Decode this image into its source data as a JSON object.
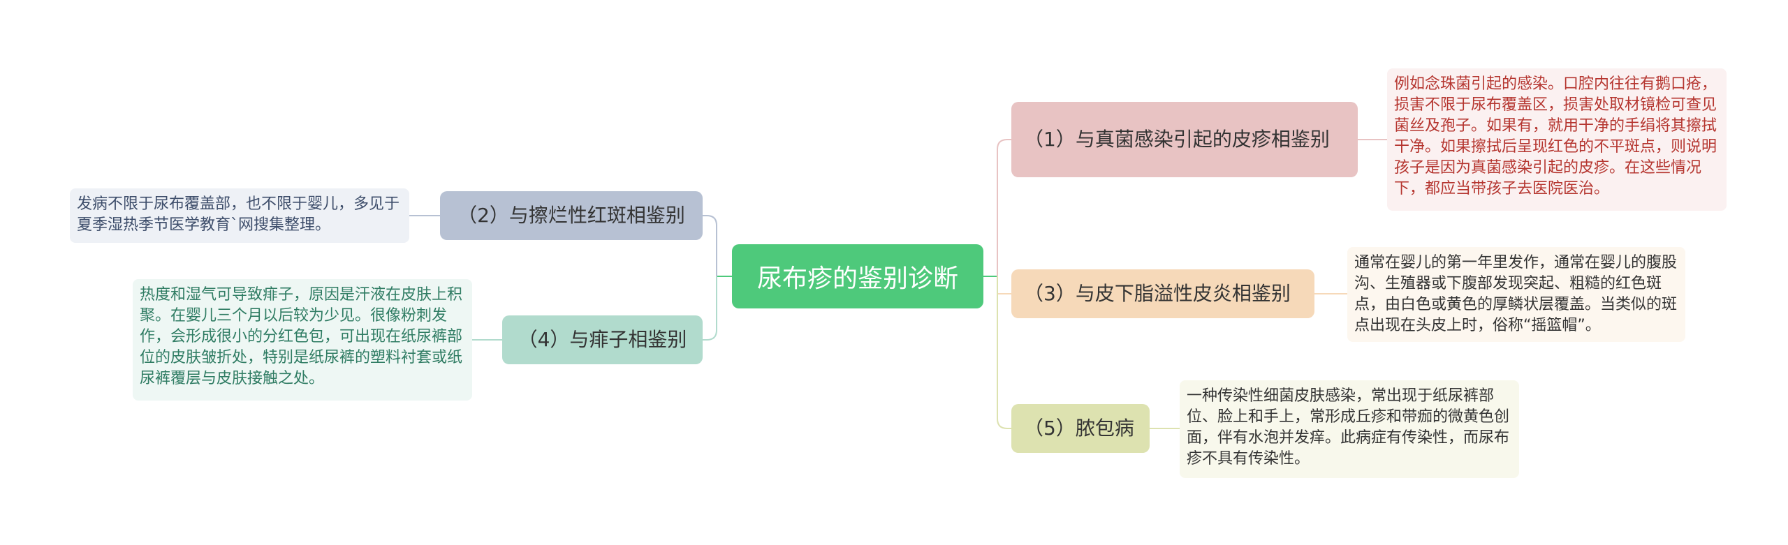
{
  "root": {
    "label": "尿布疹的鉴别诊断"
  },
  "branches": {
    "fungal": {
      "label": "（1）与真菌感染引起的皮疹相鉴别",
      "detail": "例如念珠菌引起的感染。口腔内往往有鹅口疮，损害不限于尿布覆盖区，损害处取材镜检可查见菌丝及孢子。如果有，就用干净的手绢将其擦拭干净。如果擦拭后呈现红色的不平斑点，则说明孩子是因为真菌感染引起的皮疹。在这些情况下，都应当带孩子去医院医治。"
    },
    "erythema": {
      "label": "（2）与擦烂性红斑相鉴别",
      "detail": "发病不限于尿布覆盖部，也不限于婴儿，多见于夏季湿热季节医学教育`网搜集整理。"
    },
    "seborrheic": {
      "label": "（3）与皮下脂溢性皮炎相鉴别",
      "detail": "通常在婴儿的第一年里发作，通常在婴儿的腹股沟、生殖器或下腹部发现突起、粗糙的红色斑点，由白色或黄色的厚鳞状层覆盖。当类似的斑点出现在头皮上时，俗称“摇篮帽”。"
    },
    "miliaria": {
      "label": "（4）与痱子相鉴别",
      "detail": "热度和湿气可导致痱子，原因是汗液在皮肤上积聚。在婴儿三个月以后较为少见。很像粉刺发作，会形成很小的分红色包，可出现在纸尿裤部位的皮肤皱折处，特别是纸尿裤的塑料衬套或纸尿裤覆层与皮肤接触之处。"
    },
    "impetigo": {
      "label": "（5）脓包病",
      "detail": "一种传染性细菌皮肤感染，常出现于纸尿裤部位、脸上和手上，常形成丘疹和带痂的微黄色创面，伴有水泡并发痒。此病症有传染性，而尿布疹不具有传染性。"
    }
  },
  "colors": {
    "root": "#4ec97b",
    "fungal": "#e8c3c3",
    "erythema": "#b7c1d3",
    "seborrheic": "#f6d9b9",
    "miliaria": "#b1dbcd",
    "impetigo": "#dde2b0",
    "fungal_text": "#b5352f",
    "erythema_text": "#3d4d6a",
    "miliaria_text": "#2f7c63"
  }
}
